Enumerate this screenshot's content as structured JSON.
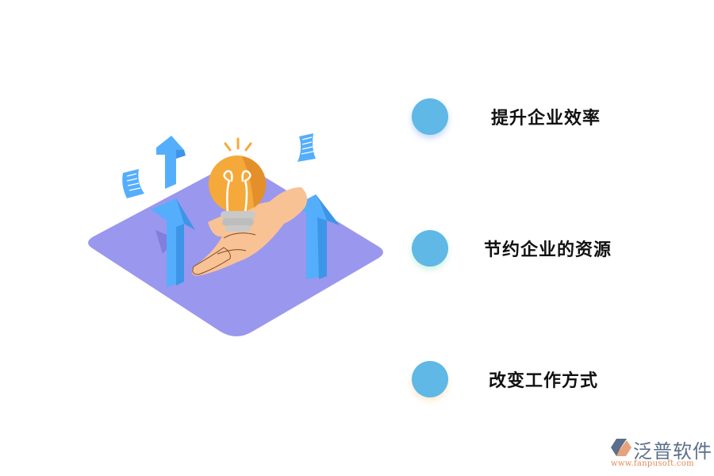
{
  "points": [
    {
      "label": "提升企业效率"
    },
    {
      "label": "节约企业的资源"
    },
    {
      "label": "改变工作方式"
    }
  ],
  "logo": {
    "name": "泛普软件",
    "url": "www.fanpusoft.com"
  },
  "colors": {
    "dot": "#5fb8e6",
    "platform": "#9a97ee",
    "arrow": "#4fa9f8",
    "bulb": "#f5a93b",
    "hand": "#f9c294"
  }
}
